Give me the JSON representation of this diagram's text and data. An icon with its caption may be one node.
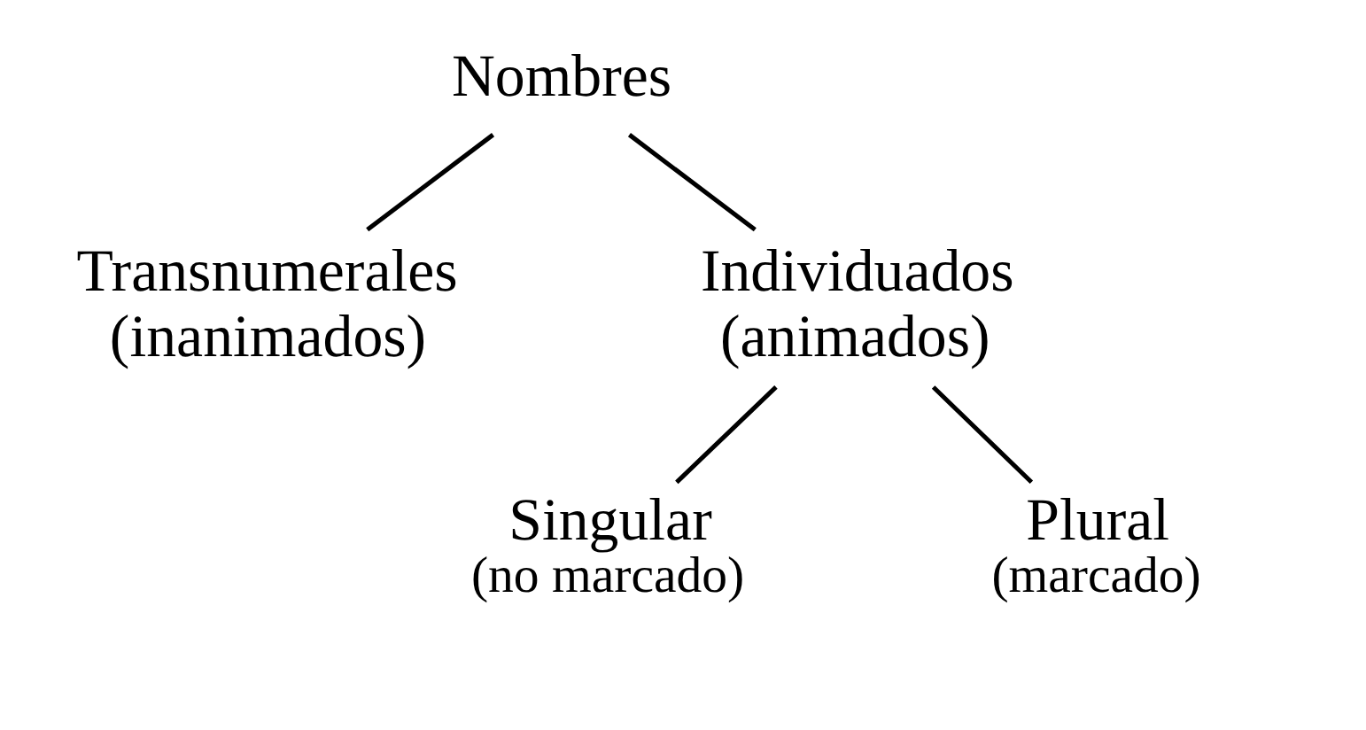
{
  "diagram": {
    "nodes": [
      {
        "text": [
          "Nombres"
        ]
      },
      {
        "text": [
          "Transnumerales",
          "(inanimados)"
        ]
      },
      {
        "text": [
          "Individuados",
          "(animados)"
        ]
      },
      {
        "text": [
          "Singular",
          "(no marcado)"
        ]
      },
      {
        "text": [
          "Plural",
          "(marcado)"
        ]
      }
    ],
    "edges": [
      {
        "from": 0,
        "to": 1,
        "arrow": "none"
      },
      {
        "from": 0,
        "to": 2,
        "arrow": "none"
      },
      {
        "from": 2,
        "to": 3,
        "arrow": "none"
      },
      {
        "from": 2,
        "to": 4,
        "arrow": "none"
      }
    ]
  }
}
